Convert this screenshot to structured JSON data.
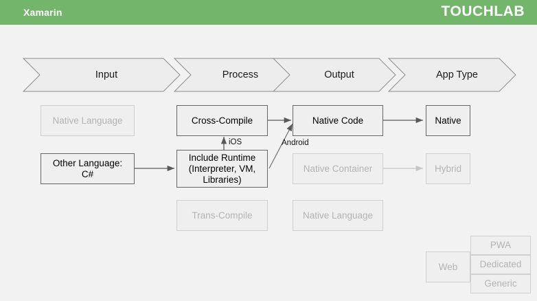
{
  "header": {
    "title": "Xamarin",
    "logo": "TOUCHLAB",
    "background_color": "#74b56c",
    "text_color": "#ffffff"
  },
  "colors": {
    "page_background": "#f2f2f2",
    "node_fill": "#efefef",
    "active_border": "#666666",
    "active_text": "#000000",
    "inactive_border": "#cfcfcf",
    "inactive_text": "#b3b3b3",
    "active_arrow": "#595959",
    "inactive_arrow": "#c6c6c6"
  },
  "stages": [
    {
      "label": "Input"
    },
    {
      "label": "Process"
    },
    {
      "label": "Output"
    },
    {
      "label": "App Type"
    }
  ],
  "nodes": {
    "native_language_input": {
      "label": "Native Language",
      "state": "inactive"
    },
    "other_language": {
      "label": "Other Language:\nC#",
      "line1": "Other Language:",
      "line2": "C#",
      "state": "active"
    },
    "cross_compile": {
      "label": "Cross-Compile",
      "state": "active"
    },
    "include_runtime": {
      "line1": "Include Runtime",
      "line2": "(Interpreter, VM,",
      "line3": "Libraries)",
      "state": "active"
    },
    "trans_compile": {
      "label": "Trans-Compile",
      "state": "inactive"
    },
    "native_code": {
      "label": "Native Code",
      "state": "active"
    },
    "native_container": {
      "label": "Native Container",
      "state": "inactive"
    },
    "native_language_output": {
      "label": "Native Language",
      "state": "inactive"
    },
    "native_app": {
      "label": "Native",
      "state": "active"
    },
    "hybrid_app": {
      "label": "Hybrid",
      "state": "inactive"
    },
    "web_app": {
      "label": "Web",
      "state": "inactive"
    },
    "pwa": {
      "label": "PWA",
      "state": "inactive"
    },
    "dedicated": {
      "label": "Dedicated",
      "state": "inactive"
    },
    "generic": {
      "label": "Generic",
      "state": "inactive"
    }
  },
  "edge_labels": {
    "ios": "iOS",
    "android": "Android"
  }
}
